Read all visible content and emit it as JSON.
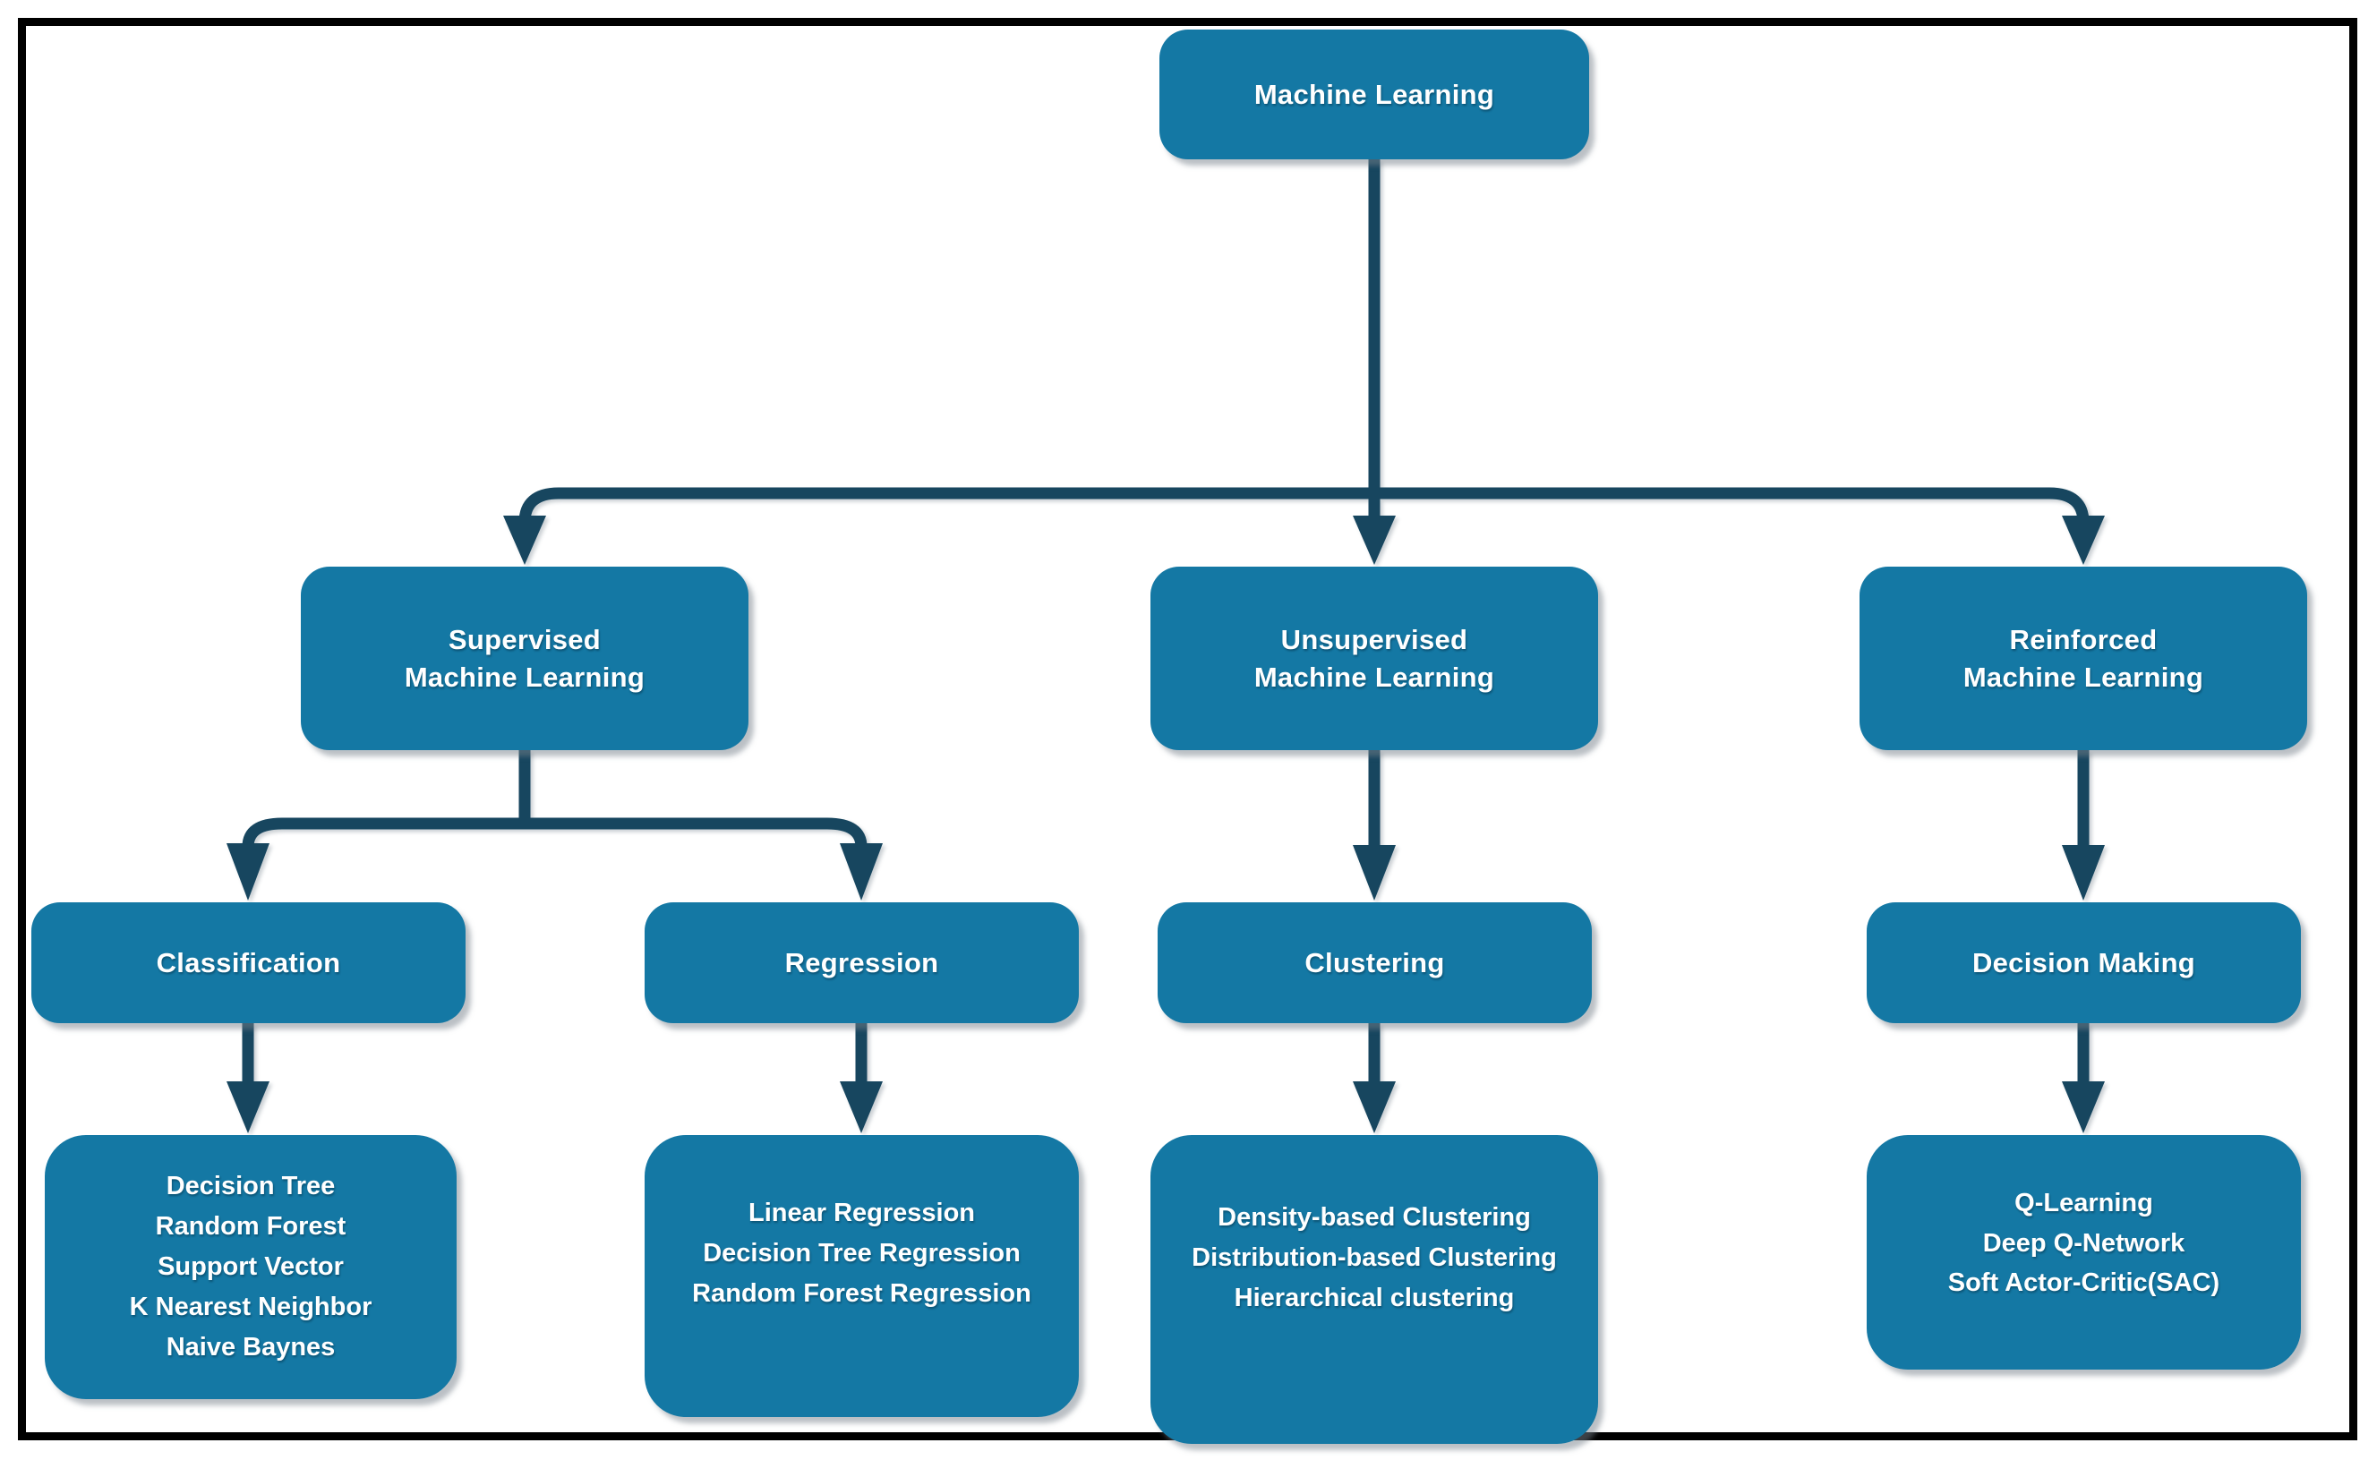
{
  "diagram": {
    "type": "flowchart",
    "topic": "Machine Learning taxonomy"
  },
  "colors": {
    "node_fill": "#1478a4",
    "connector": "#17465f",
    "node_text": "#ffffff",
    "frame": "#000000",
    "canvas": "#ffffff"
  },
  "nodes": {
    "machine_learning": {
      "label": "Machine Learning"
    },
    "supervised": {
      "label": "Supervised\nMachine Learning"
    },
    "unsupervised": {
      "label": "Unsupervised\nMachine Learning"
    },
    "reinforced": {
      "label": "Reinforced\nMachine Learning"
    },
    "classification": {
      "label": "Classification"
    },
    "regression": {
      "label": "Regression"
    },
    "clustering": {
      "label": "Clustering"
    },
    "decision_making": {
      "label": "Decision Making"
    },
    "classification_methods": {
      "items": [
        "Decision Tree",
        "Random Forest",
        "Support Vector",
        "K Nearest Neighbor",
        "Naive Baynes"
      ]
    },
    "regression_methods": {
      "items": [
        "Linear Regression",
        "Decision Tree Regression",
        "Random Forest Regression"
      ]
    },
    "clustering_methods": {
      "items": [
        "Density-based Clustering",
        "Distribution-based Clustering",
        "Hierarchical clustering"
      ]
    },
    "rl_methods": {
      "items": [
        "Q-Learning",
        "Deep Q-Network",
        "Soft Actor-Critic(SAC)"
      ]
    }
  },
  "edges": [
    {
      "from": "machine_learning",
      "to": "supervised"
    },
    {
      "from": "machine_learning",
      "to": "unsupervised"
    },
    {
      "from": "machine_learning",
      "to": "reinforced"
    },
    {
      "from": "supervised",
      "to": "classification"
    },
    {
      "from": "supervised",
      "to": "regression"
    },
    {
      "from": "unsupervised",
      "to": "clustering"
    },
    {
      "from": "reinforced",
      "to": "decision_making"
    },
    {
      "from": "classification",
      "to": "classification_methods"
    },
    {
      "from": "regression",
      "to": "regression_methods"
    },
    {
      "from": "clustering",
      "to": "clustering_methods"
    },
    {
      "from": "decision_making",
      "to": "rl_methods"
    }
  ]
}
